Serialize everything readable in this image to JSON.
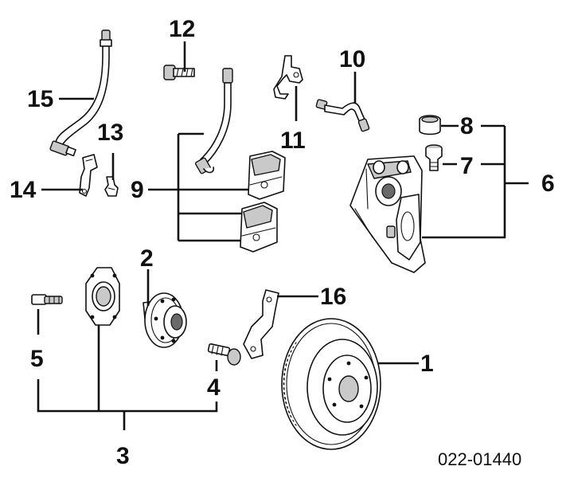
{
  "diagram_id": "022-01440",
  "callouts": {
    "p1": "1",
    "p2": "2",
    "p3": "3",
    "p4": "4",
    "p5": "5",
    "p6": "6",
    "p7": "7",
    "p8": "8",
    "p9": "9",
    "p10": "10",
    "p11": "11",
    "p12": "12",
    "p13": "13",
    "p14": "14",
    "p15": "15",
    "p16": "16"
  },
  "colors": {
    "ink": "#111111",
    "shade": "#c9c9c9",
    "paper": "#ffffff"
  }
}
